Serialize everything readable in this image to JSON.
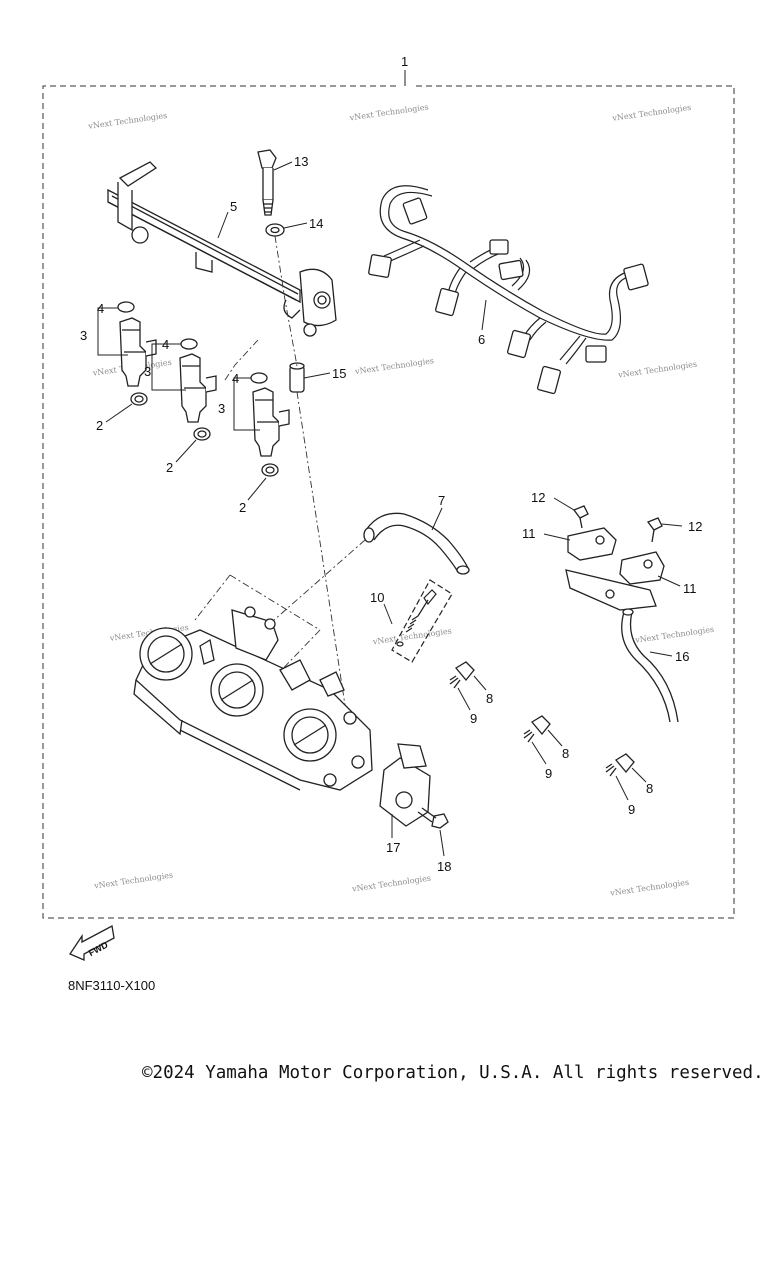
{
  "diagram": {
    "callouts": [
      {
        "id": "c1",
        "label": "1"
      },
      {
        "id": "c2a",
        "label": "2"
      },
      {
        "id": "c2b",
        "label": "2"
      },
      {
        "id": "c2c",
        "label": "2"
      },
      {
        "id": "c3a",
        "label": "3"
      },
      {
        "id": "c3b",
        "label": "3"
      },
      {
        "id": "c3c",
        "label": "3"
      },
      {
        "id": "c4a",
        "label": "4"
      },
      {
        "id": "c4b",
        "label": "4"
      },
      {
        "id": "c4c",
        "label": "4"
      },
      {
        "id": "c5",
        "label": "5"
      },
      {
        "id": "c6",
        "label": "6"
      },
      {
        "id": "c7",
        "label": "7"
      },
      {
        "id": "c8a",
        "label": "8"
      },
      {
        "id": "c8b",
        "label": "8"
      },
      {
        "id": "c8c",
        "label": "8"
      },
      {
        "id": "c9a",
        "label": "9"
      },
      {
        "id": "c9b",
        "label": "9"
      },
      {
        "id": "c9c",
        "label": "9"
      },
      {
        "id": "c10",
        "label": "10"
      },
      {
        "id": "c11a",
        "label": "11"
      },
      {
        "id": "c11b",
        "label": "11"
      },
      {
        "id": "c12a",
        "label": "12"
      },
      {
        "id": "c12b",
        "label": "12"
      },
      {
        "id": "c13",
        "label": "13"
      },
      {
        "id": "c14",
        "label": "14"
      },
      {
        "id": "c15",
        "label": "15"
      },
      {
        "id": "c16",
        "label": "16"
      },
      {
        "id": "c17",
        "label": "17"
      },
      {
        "id": "c18",
        "label": "18"
      }
    ],
    "watermark_text": "vNext Technologies",
    "fwd_label": "FWD",
    "drawing_code": "8NF3110-X100"
  },
  "footer": {
    "copyright": "©2024 Yamaha Motor Corporation, U.S.A. All rights reserved."
  },
  "colors": {
    "line": "#222222",
    "watermark": "#8c8c8c",
    "background": "#ffffff"
  }
}
